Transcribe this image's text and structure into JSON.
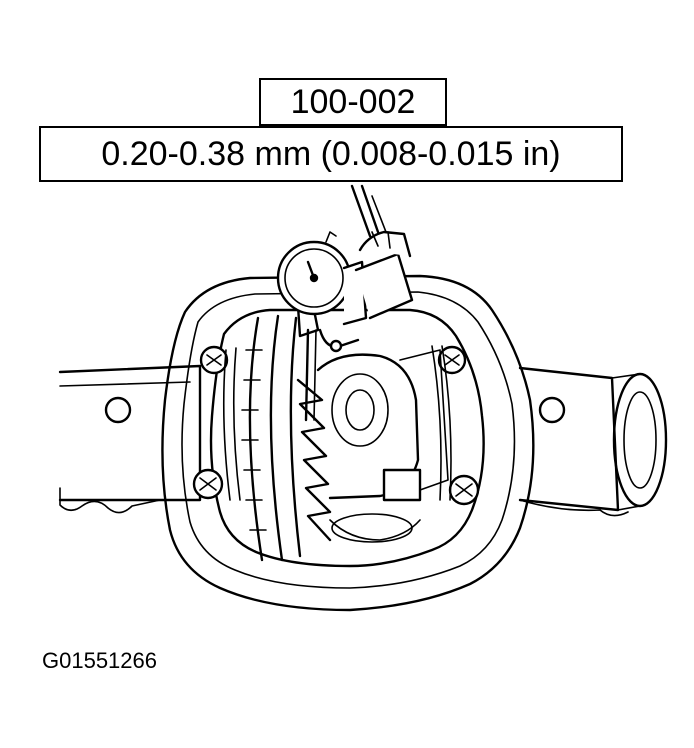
{
  "labels": {
    "tool_number": "100-002",
    "specification": "0.20-0.38 mm (0.008-0.015 in)"
  },
  "figure_id": "G01551266",
  "icons": [
    "dial-indicator-icon",
    "differential-housing-icon",
    "ring-gear-icon",
    "bearing-cap-bolt-icon"
  ],
  "colors": {
    "ink": "#000000",
    "paper": "#ffffff"
  }
}
